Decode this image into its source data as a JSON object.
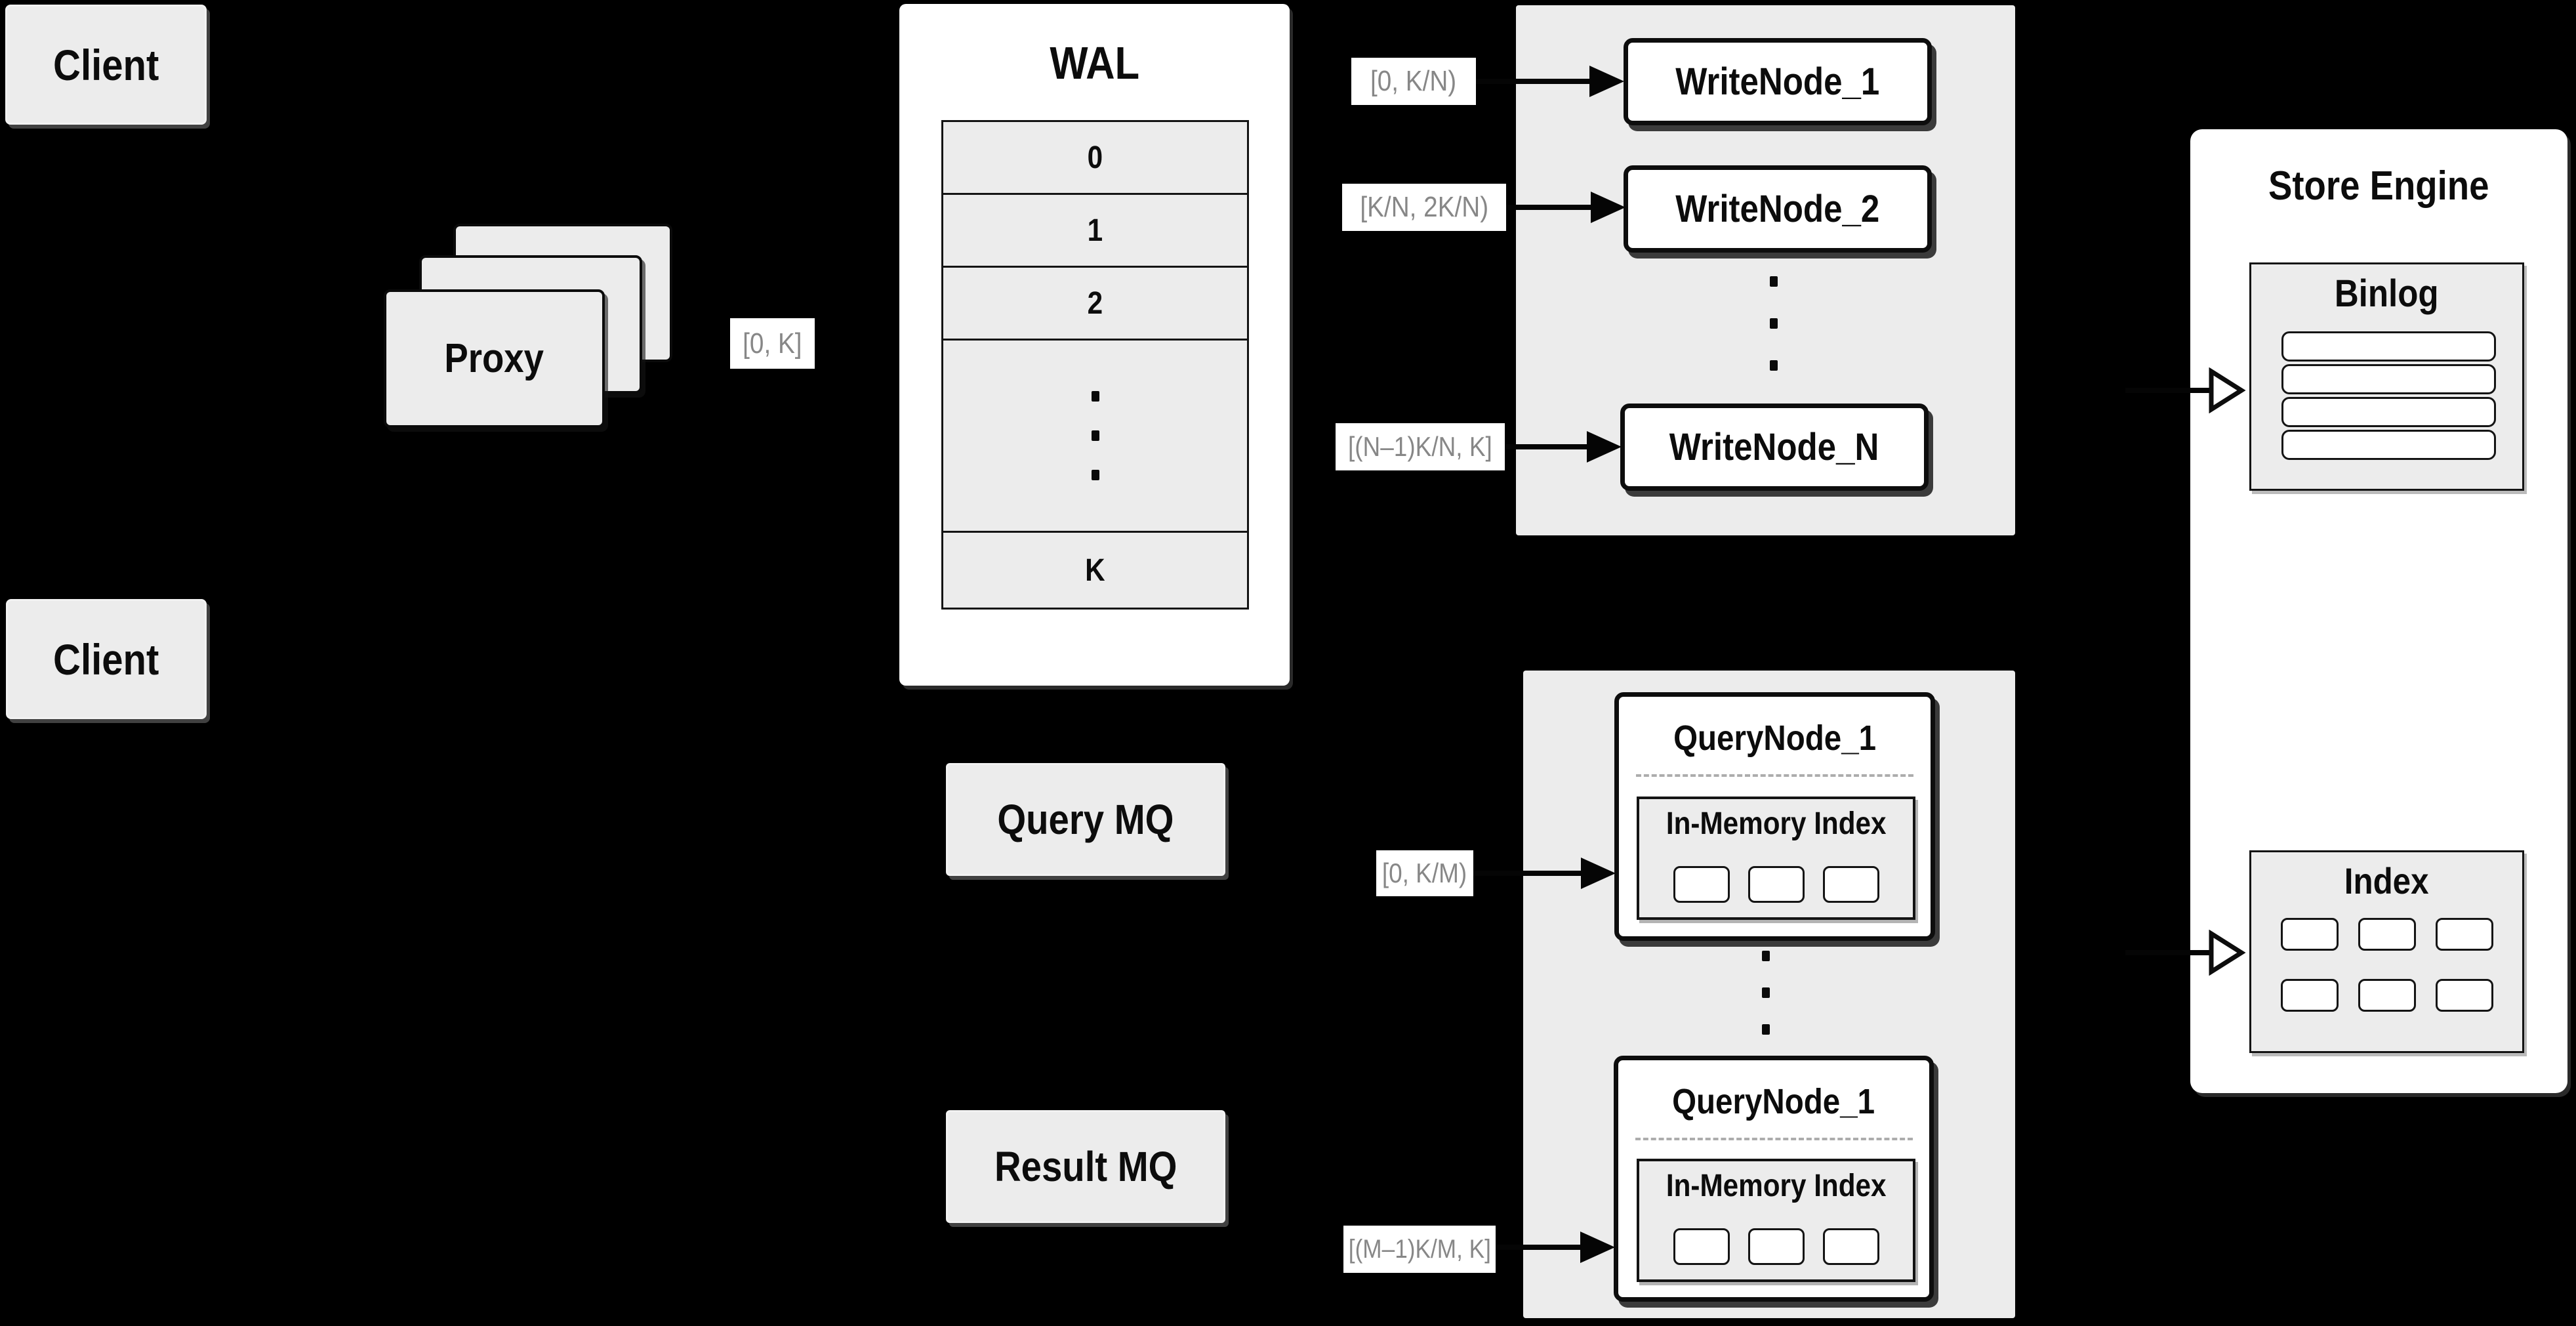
{
  "clients": [
    {
      "label": "Client"
    },
    {
      "label": "Client"
    }
  ],
  "proxy": {
    "label": "Proxy",
    "range_label": "[0, K]"
  },
  "wal": {
    "title": "WAL",
    "rows": [
      "0",
      "1",
      "2"
    ],
    "last_row": "K"
  },
  "write_cluster": {
    "nodes": [
      "WriteNode_1",
      "WriteNode_2",
      "WriteNode_N"
    ],
    "ranges": [
      "[0, K/N)",
      "[K/N, 2K/N)",
      "[(N–1)K/N, K]"
    ]
  },
  "mq": {
    "query_label": "Query MQ",
    "result_label": "Result MQ"
  },
  "query_cluster": {
    "ranges": [
      "[0, K/M)",
      "[(M–1)K/M, K]"
    ],
    "nodes": [
      {
        "title": "QueryNode_1",
        "inner_title": "In-Memory Index"
      },
      {
        "title": "QueryNode_1",
        "inner_title": "In-Memory Index"
      }
    ]
  },
  "store_engine": {
    "title": "Store Engine",
    "binlog": {
      "title": "Binlog"
    },
    "index": {
      "title": "Index"
    }
  },
  "colors": {
    "background": "#000000",
    "panel_gray": "#ececec",
    "box_white": "#ffffff",
    "border_black": "#0d0d0d",
    "range_text_gray": "#878787"
  }
}
